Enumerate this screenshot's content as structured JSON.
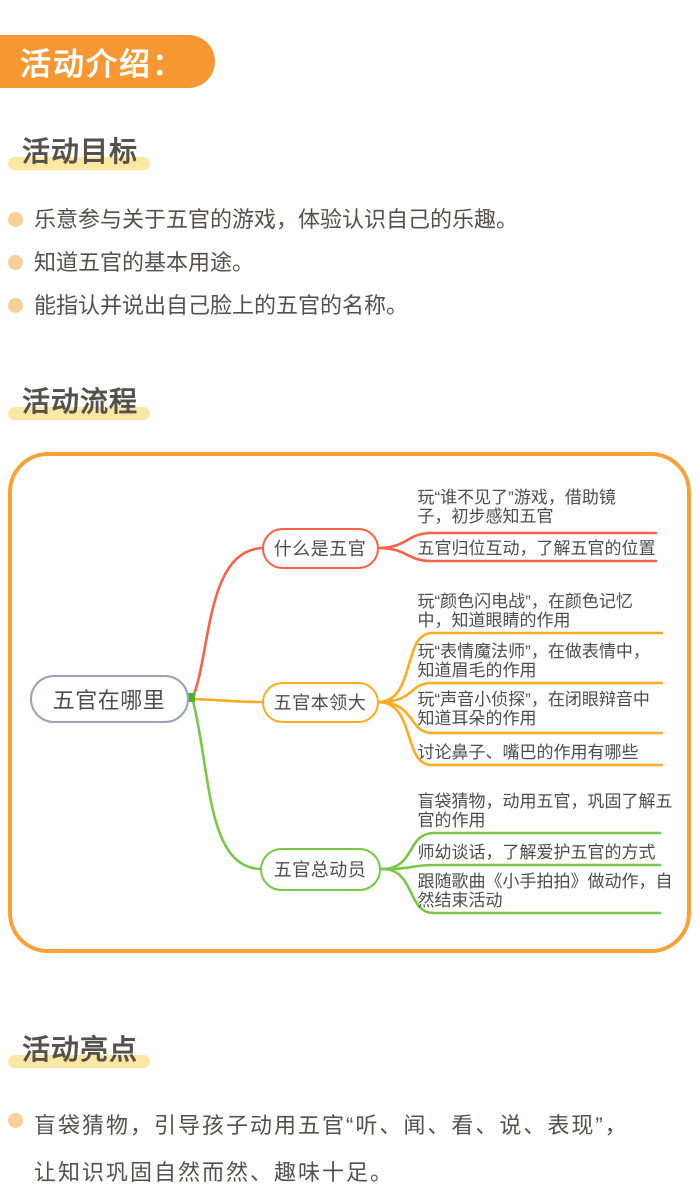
{
  "colors": {
    "badge-bg": "#F79732",
    "heading-highlight": "#FBE7A2",
    "bullet-dot": "#F6D098",
    "text-dark": "#55504A",
    "mindmap-border": "#F9A137",
    "branch-red": "#F8604A",
    "branch-orange": "#FFAB1E",
    "branch-green": "#79C845",
    "junction-green": "#54AE35",
    "center-border": "#96A3BA",
    "mindmap-text": "#4D4D4D"
  },
  "header": {
    "badge": "活动介绍："
  },
  "sections": {
    "goals": {
      "title": "活动目标",
      "bullets": [
        "乐意参与关于五官的游戏，体验认识自己的乐趣。",
        "知道五官的基本用途。",
        "能指认并说出自己脸上的五官的名称。"
      ]
    },
    "flow": {
      "title": "活动流程"
    },
    "highlights": {
      "title": "活动亮点",
      "bullets": [
        "盲袋猜物，引导孩子动用五官“听、闻、看、说、表现”，\n让知识巩固自然而然、趣味十足。"
      ]
    }
  },
  "mindmap": {
    "center": "五官在哪里",
    "branches": [
      {
        "label": "什么是五官",
        "color": "#F8604A",
        "items": [
          "玩“谁不见了”游戏，借助镜\n子，初步感知五官",
          "五官归位互动，了解五官的位置"
        ]
      },
      {
        "label": "五官本领大",
        "color": "#FFAB1E",
        "items": [
          "玩“颜色闪电战”，在颜色记忆\n中，知道眼睛的作用",
          "玩“表情魔法师”，在做表情中，\n知道眉毛的作用",
          "玩“声音小侦探”，在闭眼辩音中\n知道耳朵的作用",
          "讨论鼻子、嘴巴的作用有哪些"
        ]
      },
      {
        "label": "五官总动员",
        "color": "#79C845",
        "items": [
          "盲袋猜物，动用五官，巩固了解五\n官的作用",
          "师幼谈话，了解爱护五官的方式",
          "跟随歌曲《小手拍拍》做动作，自\n然结束活动"
        ]
      }
    ]
  }
}
